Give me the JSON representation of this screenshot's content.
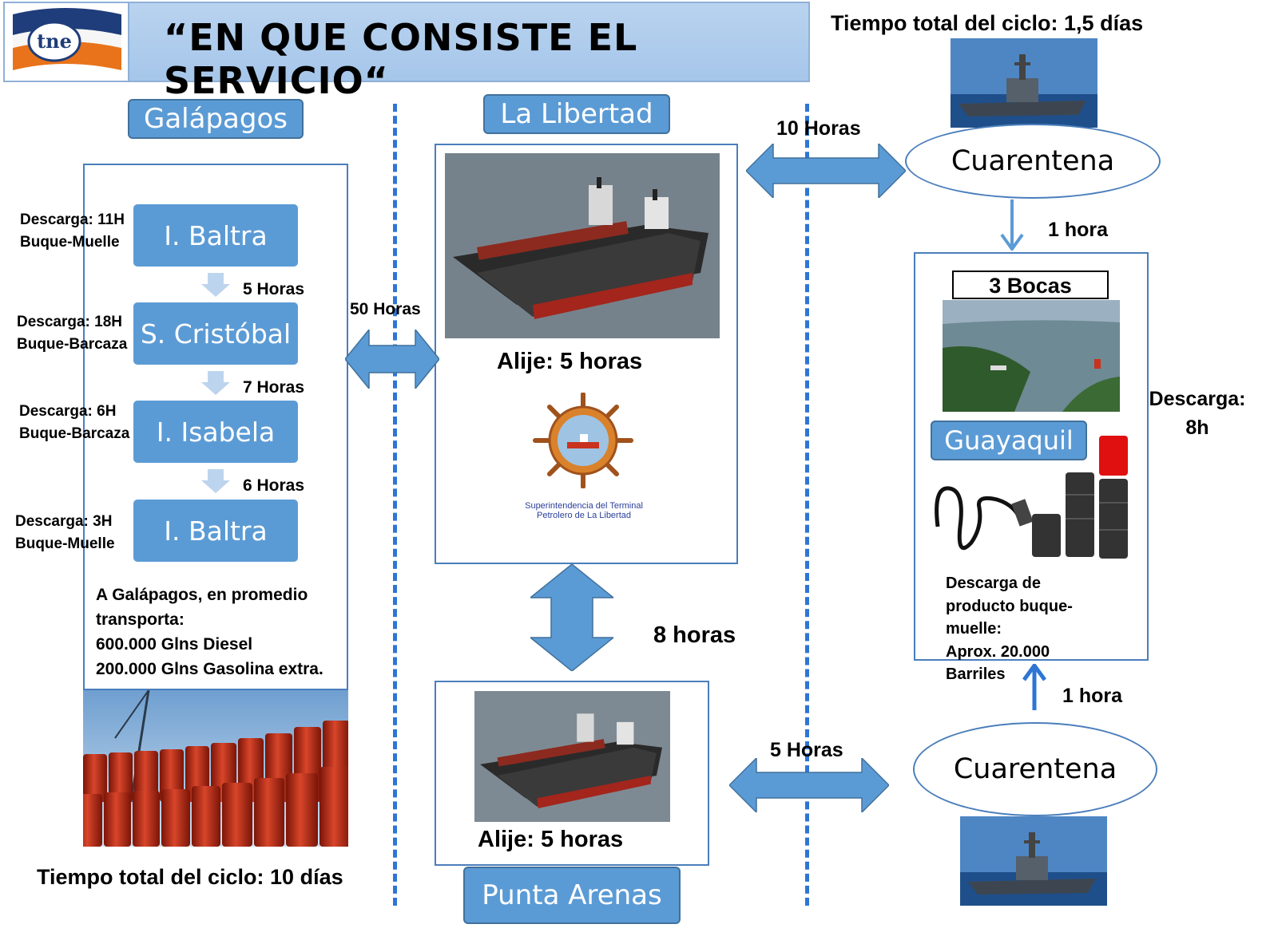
{
  "header": {
    "title": "“EN QUE CONSISTE EL SERVICIO“",
    "logo_text": "tne",
    "logo_icon": "ship-flag-logo"
  },
  "top_right": {
    "cycle_time": "Tiempo total del ciclo: 1,5 días"
  },
  "galapagos": {
    "label": "Galápagos",
    "steps": [
      {
        "name": "I. Baltra",
        "discharge": "Descarga: 11H",
        "type": "Buque-Muelle"
      },
      {
        "name": "S. Cristóbal",
        "discharge": "Descarga: 18H",
        "type": "Buque-Barcaza"
      },
      {
        "name": "I. Isabela",
        "discharge": "Descarga: 6H",
        "type": "Buque-Barcaza"
      },
      {
        "name": "I. Baltra",
        "discharge": "Descarga: 3H",
        "type": "Buque-Muelle"
      }
    ],
    "durations": [
      "5 Horas",
      "7 Horas",
      "6 Horas"
    ],
    "summary": [
      "A Galápagos, en promedio",
      "transporta:",
      "600.000 Glns Diesel",
      "200.000 Glns Gasolina extra."
    ],
    "cycle_time": "Tiempo total del ciclo: 10 días"
  },
  "libertad": {
    "label": "La Libertad",
    "alije": "Alije: 5 horas",
    "emblem_lines": [
      "Superintendencia del Terminal",
      "Petrolero de La Libertad"
    ]
  },
  "punta_arenas": {
    "label": "Punta Arenas",
    "alije": "Alije: 5 horas"
  },
  "links": {
    "galapagos_libertad": "50 Horas",
    "libertad_punta": "8 horas",
    "libertad_cuarentena": "10 Horas",
    "punta_cuarentena": "5 Horas",
    "cuarentena_top_guayaquil": "1 hora",
    "cuarentena_bottom_guayaquil": "1 hora"
  },
  "cuarentena": {
    "top": "Cuarentena",
    "bottom": "Cuarentena"
  },
  "guayaquil": {
    "bocas": "3 Bocas",
    "label": "Guayaquil",
    "discharge_side": [
      "Descarga:",
      "8h"
    ],
    "description": [
      "Descarga de",
      "producto buque-",
      "muelle:",
      "Aprox. 20.000",
      "Barriles"
    ]
  },
  "colors": {
    "accent": "#5b9bd5",
    "dashed_divider": "#2e75d4",
    "header_bg": "#a6c6ea",
    "barrel_red": "#c8321e"
  }
}
